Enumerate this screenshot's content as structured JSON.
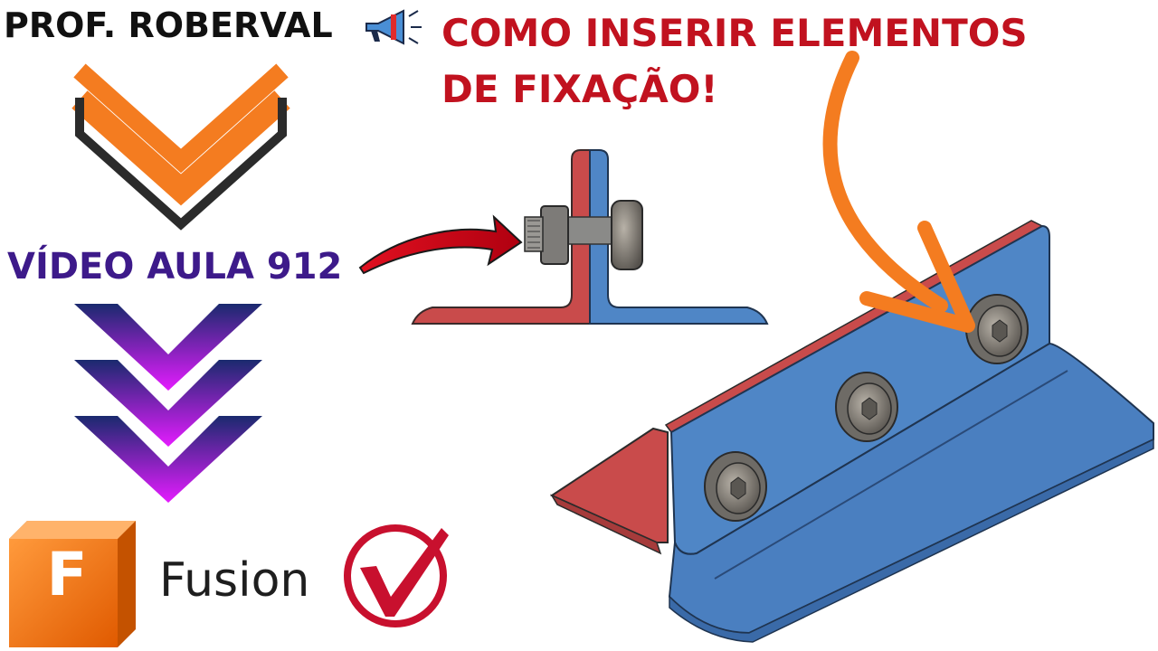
{
  "header": {
    "author": "PROF. ROBERVAL",
    "headline": "COMO INSERIR ELEMENTOS DE FIXAÇÃO!",
    "megaphone_icon": "megaphone-icon"
  },
  "episode": {
    "label": "VÍDEO AULA 912"
  },
  "brand": {
    "logo_letter": "F",
    "name": "Fusion",
    "check_icon": "check-circle-icon"
  },
  "colors": {
    "headline": "#c1121f",
    "episode": "#3d1a8a",
    "orange_accent": "#f47c20",
    "plate_blue": "#4a7fc0",
    "plate_red": "#c9504a"
  }
}
